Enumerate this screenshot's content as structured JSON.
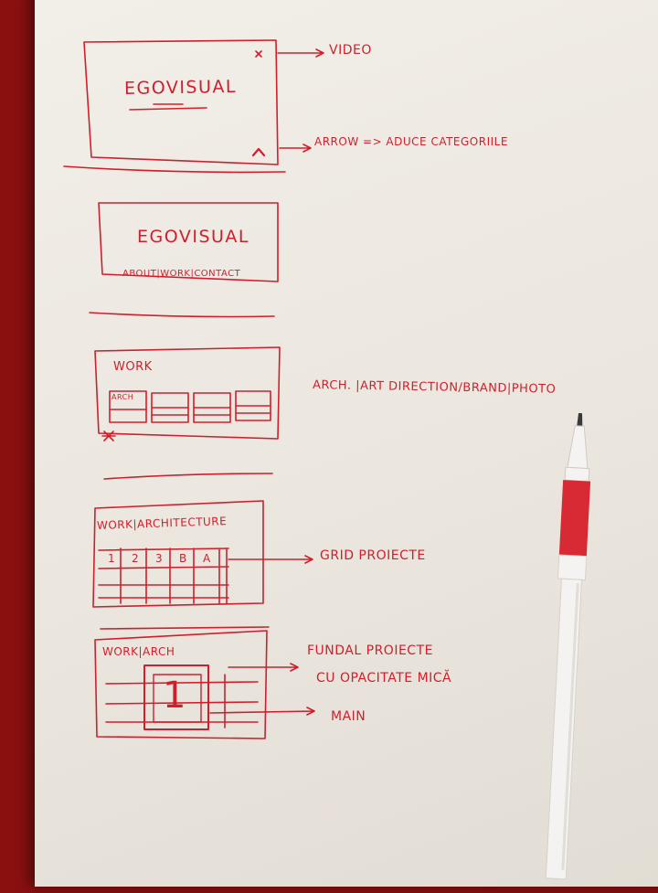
{
  "colors": {
    "ink": "#d21e2c",
    "paper": "#eeeae3",
    "background_fabric": "#8a1010",
    "pen_red": "#d82a34",
    "pen_white": "#f4f3f1"
  },
  "sketch1": {
    "logo": "EGOVISUAL",
    "annotation_video": "VIDEO",
    "annotation_arrow": "ARROW => ADUCE CATEGORIILE"
  },
  "sketch2": {
    "logo": "EGOVISUAL",
    "nav": "ABOUT|WORK|CONTACT"
  },
  "sketch3": {
    "heading": "WORK",
    "thumb_label": "ARCH",
    "categories": "ARCH. |ART DIRECTION/BRAND|PHOTO"
  },
  "sketch4": {
    "heading": "WORK|ARCHITECTURE",
    "cells": [
      "1",
      "2",
      "3",
      "B",
      "A"
    ],
    "annotation": "GRID PROIECTE"
  },
  "sketch5": {
    "heading": "WORK|ARCH",
    "main_number": "1",
    "annotation_line1": "FUNDAL PROIECTE",
    "annotation_line2": "CU OPACITATE MICĂ",
    "annotation_main": "MAIN"
  }
}
